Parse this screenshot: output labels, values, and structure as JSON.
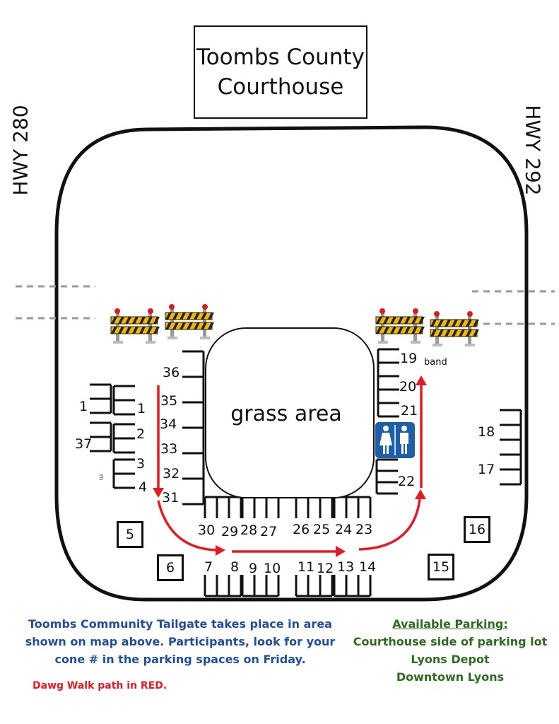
{
  "courthouse": {
    "label": "Toombs County\nCourthouse"
  },
  "highways": {
    "left": "HWY 280",
    "right": "HWY 292"
  },
  "grass_area": "grass area",
  "band_label": "band",
  "small_mark": "m",
  "spot_numbers": {
    "s1a": "1",
    "s1b": "1",
    "s37": "37",
    "s2": "2",
    "s3": "3",
    "s4": "4",
    "s36": "36",
    "s35": "35",
    "s34": "34",
    "s33": "33",
    "s32": "32",
    "s31": "31",
    "s30": "30",
    "s29": "29",
    "s28": "28",
    "s27": "27",
    "s26": "26",
    "s25": "25",
    "s24": "24",
    "s23": "23",
    "s7": "7",
    "s8": "8",
    "s9": "9",
    "s10": "10",
    "s11": "11",
    "s12": "12",
    "s13": "13",
    "s14": "14",
    "s19": "19",
    "s20": "20",
    "s21": "21",
    "s22": "22",
    "s18": "18",
    "s17": "17",
    "b5": "5",
    "b6": "6",
    "b15": "15",
    "b16": "16"
  },
  "info_text": "Toombs Community Tailgate takes place in area shown on map above. Participants, look for your cone # in the parking spaces on Friday.",
  "walk_note": "Dawg Walk path in RED.",
  "parking": {
    "title": "Available Parking:",
    "items": [
      "Courthouse side of parking lot",
      "Lyons Depot",
      "Downtown Lyons"
    ]
  },
  "colors": {
    "walk_path": "#e31b23",
    "info_text": "#1f4e9a",
    "parking_text": "#2e6b1f",
    "restroom": "#1d5fa8",
    "barricade_stripe": "#f2b705"
  },
  "icons": [
    "barricade-icon",
    "restroom-icon"
  ]
}
